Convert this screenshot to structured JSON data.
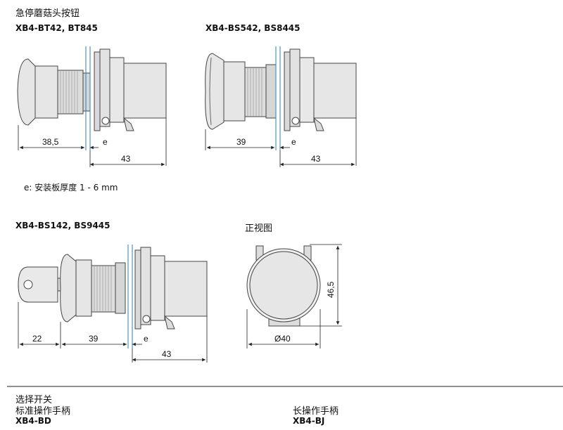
{
  "section_top": {
    "title": "急停蘑菇头按钮",
    "model_a": "XB4-BT42, BT845",
    "model_b": "XB4-BS542, BS8445",
    "note": "e: 安装板厚度 1 - 6 mm"
  },
  "section_mid": {
    "model_c": "XB4-BS142, BS9445",
    "front_view": "正视图"
  },
  "dimensions": {
    "a_len": "38,5",
    "a_e": "e",
    "a_body": "43",
    "b_len": "39",
    "b_e": "e",
    "b_body": "43",
    "c_key": "22",
    "c_len": "39",
    "c_e": "e",
    "c_body": "43",
    "front_height": "46,5",
    "front_dia": "Ø40"
  },
  "section_bottom": {
    "title": "选择开关",
    "left_sub": "标准操作手柄",
    "left_model": "XB4-BD",
    "right_sub": "长操作手柄",
    "right_model": "XB4-BJ"
  },
  "colors": {
    "panel_line": "#2b7fb5",
    "body_fill": "#e6e6e6",
    "outline": "#444444"
  }
}
